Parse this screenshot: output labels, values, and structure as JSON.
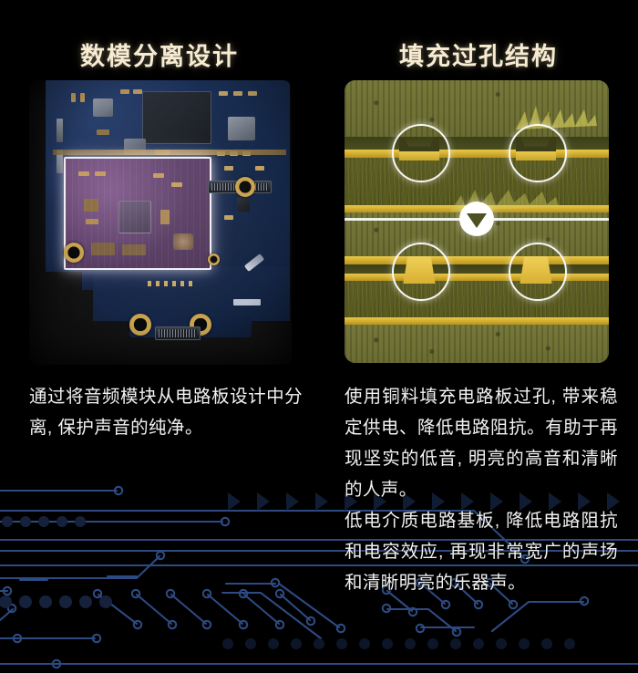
{
  "page": {
    "background_color": "#000000",
    "accent_gold": "#f7ecd2",
    "text_color": "#f2f2f2"
  },
  "sections": [
    {
      "id": "digital-analog-separation",
      "title": "数模分离设计",
      "image": {
        "name": "pcb-photo",
        "description": "circuit-board-photo",
        "board_color": "#16294b",
        "highlight_color": "#5d3f68"
      },
      "paragraphs": [
        "通过将音频模块从电路板设计中分离, 保护声音的纯净。"
      ]
    },
    {
      "id": "filled-via-structure",
      "title": "填充过孔结构",
      "image": {
        "name": "via-cross-section",
        "description": "microscope-cross-section",
        "dielectric_color": "#6d6f33",
        "copper_color": "#d4ae2e"
      },
      "paragraphs": [
        "使用铜料填充电路板过孔, 带来稳定供电、降低电路阻抗。有助于再现坚实的低音, 明亮的高音和清晰的人声。",
        "低电介质电路基板, 降低电路阻抗和电容效应, 再现非常宽广的声场和清晰明亮的乐器声。"
      ]
    }
  ]
}
